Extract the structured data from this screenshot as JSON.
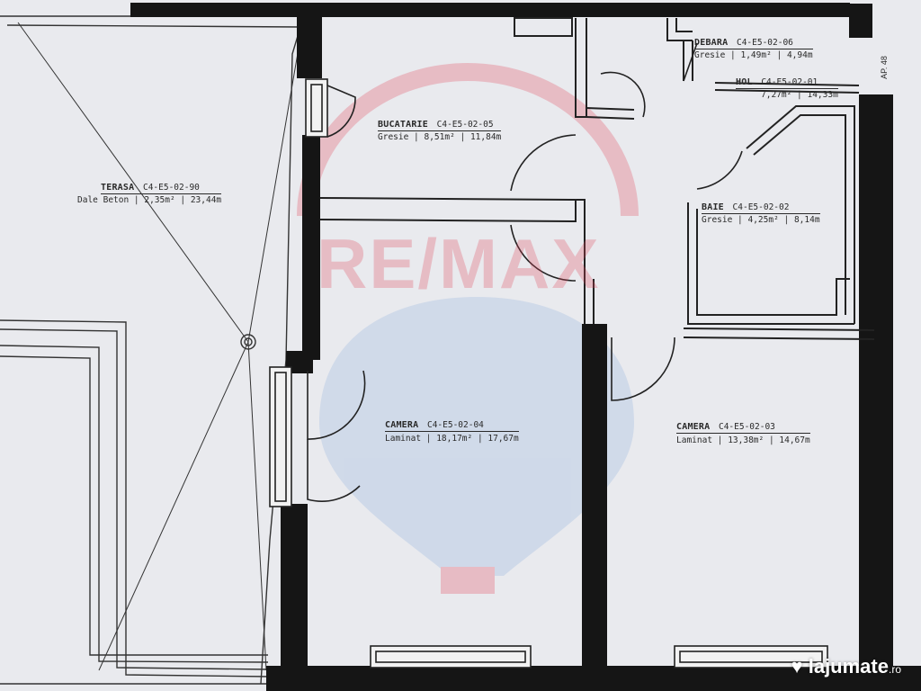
{
  "apartment_label": "AP. 48",
  "watermark": "RE/MAX",
  "site": {
    "name": "lajumate",
    "tld": ".ro"
  },
  "rooms": [
    {
      "id": "terasa",
      "name": "TERASA",
      "code": "C4-E5-02-90",
      "info": "Dale Beton | 2,35m² | 23,44m"
    },
    {
      "id": "bucatarie",
      "name": "BUCATARIE",
      "code": "C4-E5-02-05",
      "info": "Gresie | 8,51m² | 11,84m"
    },
    {
      "id": "debara",
      "name": "DEBARA",
      "code": "C4-E5-02-06",
      "info": "Gresie | 1,49m² | 4,94m"
    },
    {
      "id": "hol",
      "name": "HOL",
      "code": "C4-E5-02-01",
      "info": "7,27m² | 14,33m"
    },
    {
      "id": "baie",
      "name": "BAIE",
      "code": "C4-E5-02-02",
      "info": "Gresie | 4,25m² | 8,14m"
    },
    {
      "id": "camera1",
      "name": "CAMERA",
      "code": "C4-E5-02-04",
      "info": "Laminat | 18,17m² | 17,67m"
    },
    {
      "id": "camera2",
      "name": "CAMERA",
      "code": "C4-E5-02-03",
      "info": "Laminat | 13,38m² | 14,67m"
    }
  ]
}
